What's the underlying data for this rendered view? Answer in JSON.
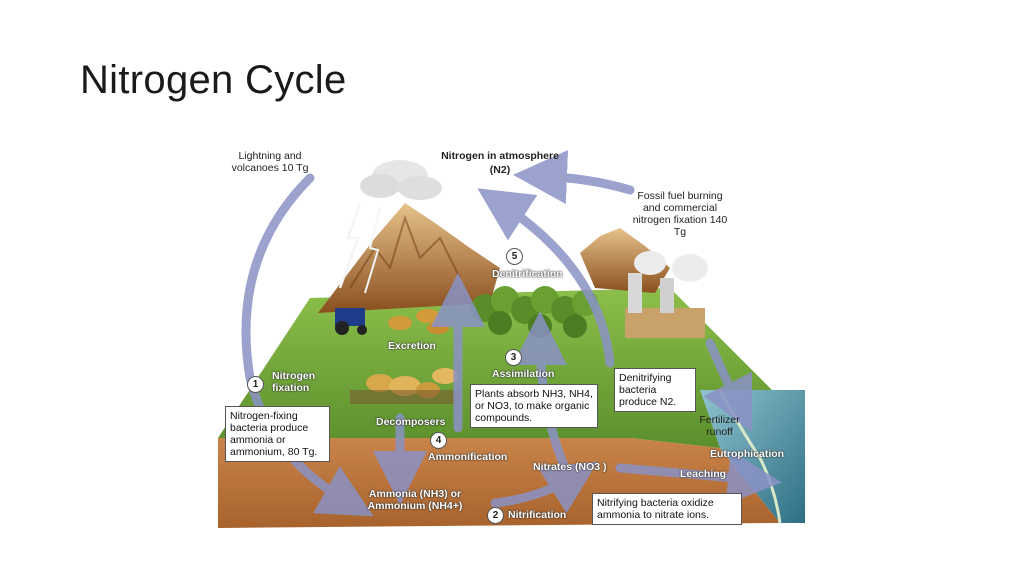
{
  "slide": {
    "title": "Nitrogen Cycle"
  },
  "diagram": {
    "lightning": "Lightning and volcanoes 10 Tg",
    "atmosphere": {
      "title": "Nitrogen in atmosphere",
      "formula": "(N2)"
    },
    "fossil_fuel": "Fossil fuel burning and commercial nitrogen fixation 140 Tg",
    "denitrification": {
      "num": "5",
      "label": "Denitrification"
    },
    "excretion": "Excretion",
    "assimilation": {
      "num": "3",
      "label": "Assimilation"
    },
    "plants_box": "Plants absorb NH3, NH4, or NO3, to make organic compounds.",
    "nitrogen_fixation": {
      "num": "1",
      "label": "Nitrogen fixation"
    },
    "fixation_box": "Nitrogen-fixing bacteria produce ammonia or ammonium, 80 Tg.",
    "decomposers": "Decomposers",
    "ammonification": {
      "num": "4",
      "label": "Ammonification"
    },
    "nitrates": "Nitrates (NO3 )",
    "denitrifying_box": "Denitrifying bacteria produce N2.",
    "fertilizer_runoff": "Fertilizer runoff",
    "eutrophication": "Eutrophication",
    "leaching": "Leaching",
    "ammonia": "Ammonia (NH3) or Ammonium (NH4+)",
    "nitrification": {
      "num": "2",
      "label": "Nitrification"
    },
    "nitrifying_box": "Nitrifying bacteria oxidize ammonia to nitrate ions."
  },
  "colors": {
    "arrow": "#8a92c6",
    "grass": "#6fa63a",
    "soil": "#b9733c",
    "water": "#4a8fa6",
    "mountain": "#a86a2e"
  }
}
